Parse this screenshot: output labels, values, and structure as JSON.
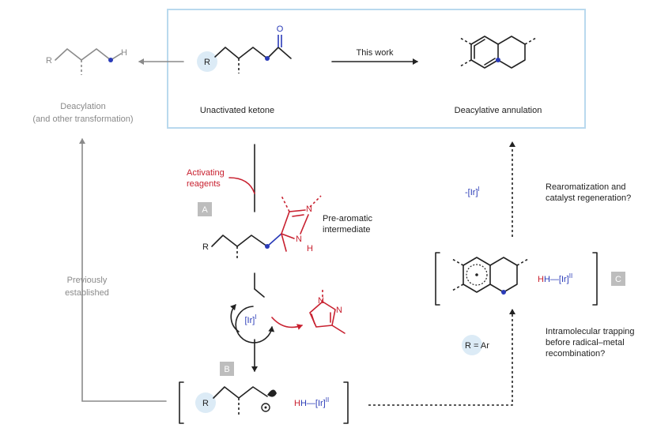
{
  "labels": {
    "this_work": "This work",
    "unactivated_ketone": "Unactivated ketone",
    "deacylative_annulation": "Deacylative annulation",
    "deacylation": "Deacylation",
    "other_transformation": "(and other transformation)",
    "activating": "Activating",
    "reagents": "reagents",
    "pre_aromatic": "Pre-aromatic",
    "intermediate": "intermediate",
    "previously": "Previously",
    "established": "established",
    "rearomatization": "Rearomatization and",
    "catalyst_regen": "catalyst regeneration?",
    "intramolecular": "Intramolecular trapping",
    "before_radical": "before radical–metal",
    "recombination": "recombination?",
    "r_eq_ar": "R = Ar",
    "minus_ir": "-[Ir]",
    "minus_ir_sup": "I",
    "ir_cat": "[Ir]",
    "ir_cat_sup": "I",
    "h_ir_b": "H—[Ir]",
    "h_ir_b_sup": "II",
    "h_ir_c": "H—[Ir]",
    "h_ir_c_sup": "II"
  },
  "badges": {
    "a": "A",
    "b": "B",
    "c": "C"
  },
  "atoms": {
    "r": "R",
    "h": "H",
    "o": "O",
    "n": "N"
  },
  "colors": {
    "highlight_box": "#b9d9ee",
    "r_circle": "#dcebf6",
    "red": "#c8202f",
    "blue": "#2a3bb8",
    "gray": "#8a8a8a",
    "badge": "#bdbdbd"
  }
}
